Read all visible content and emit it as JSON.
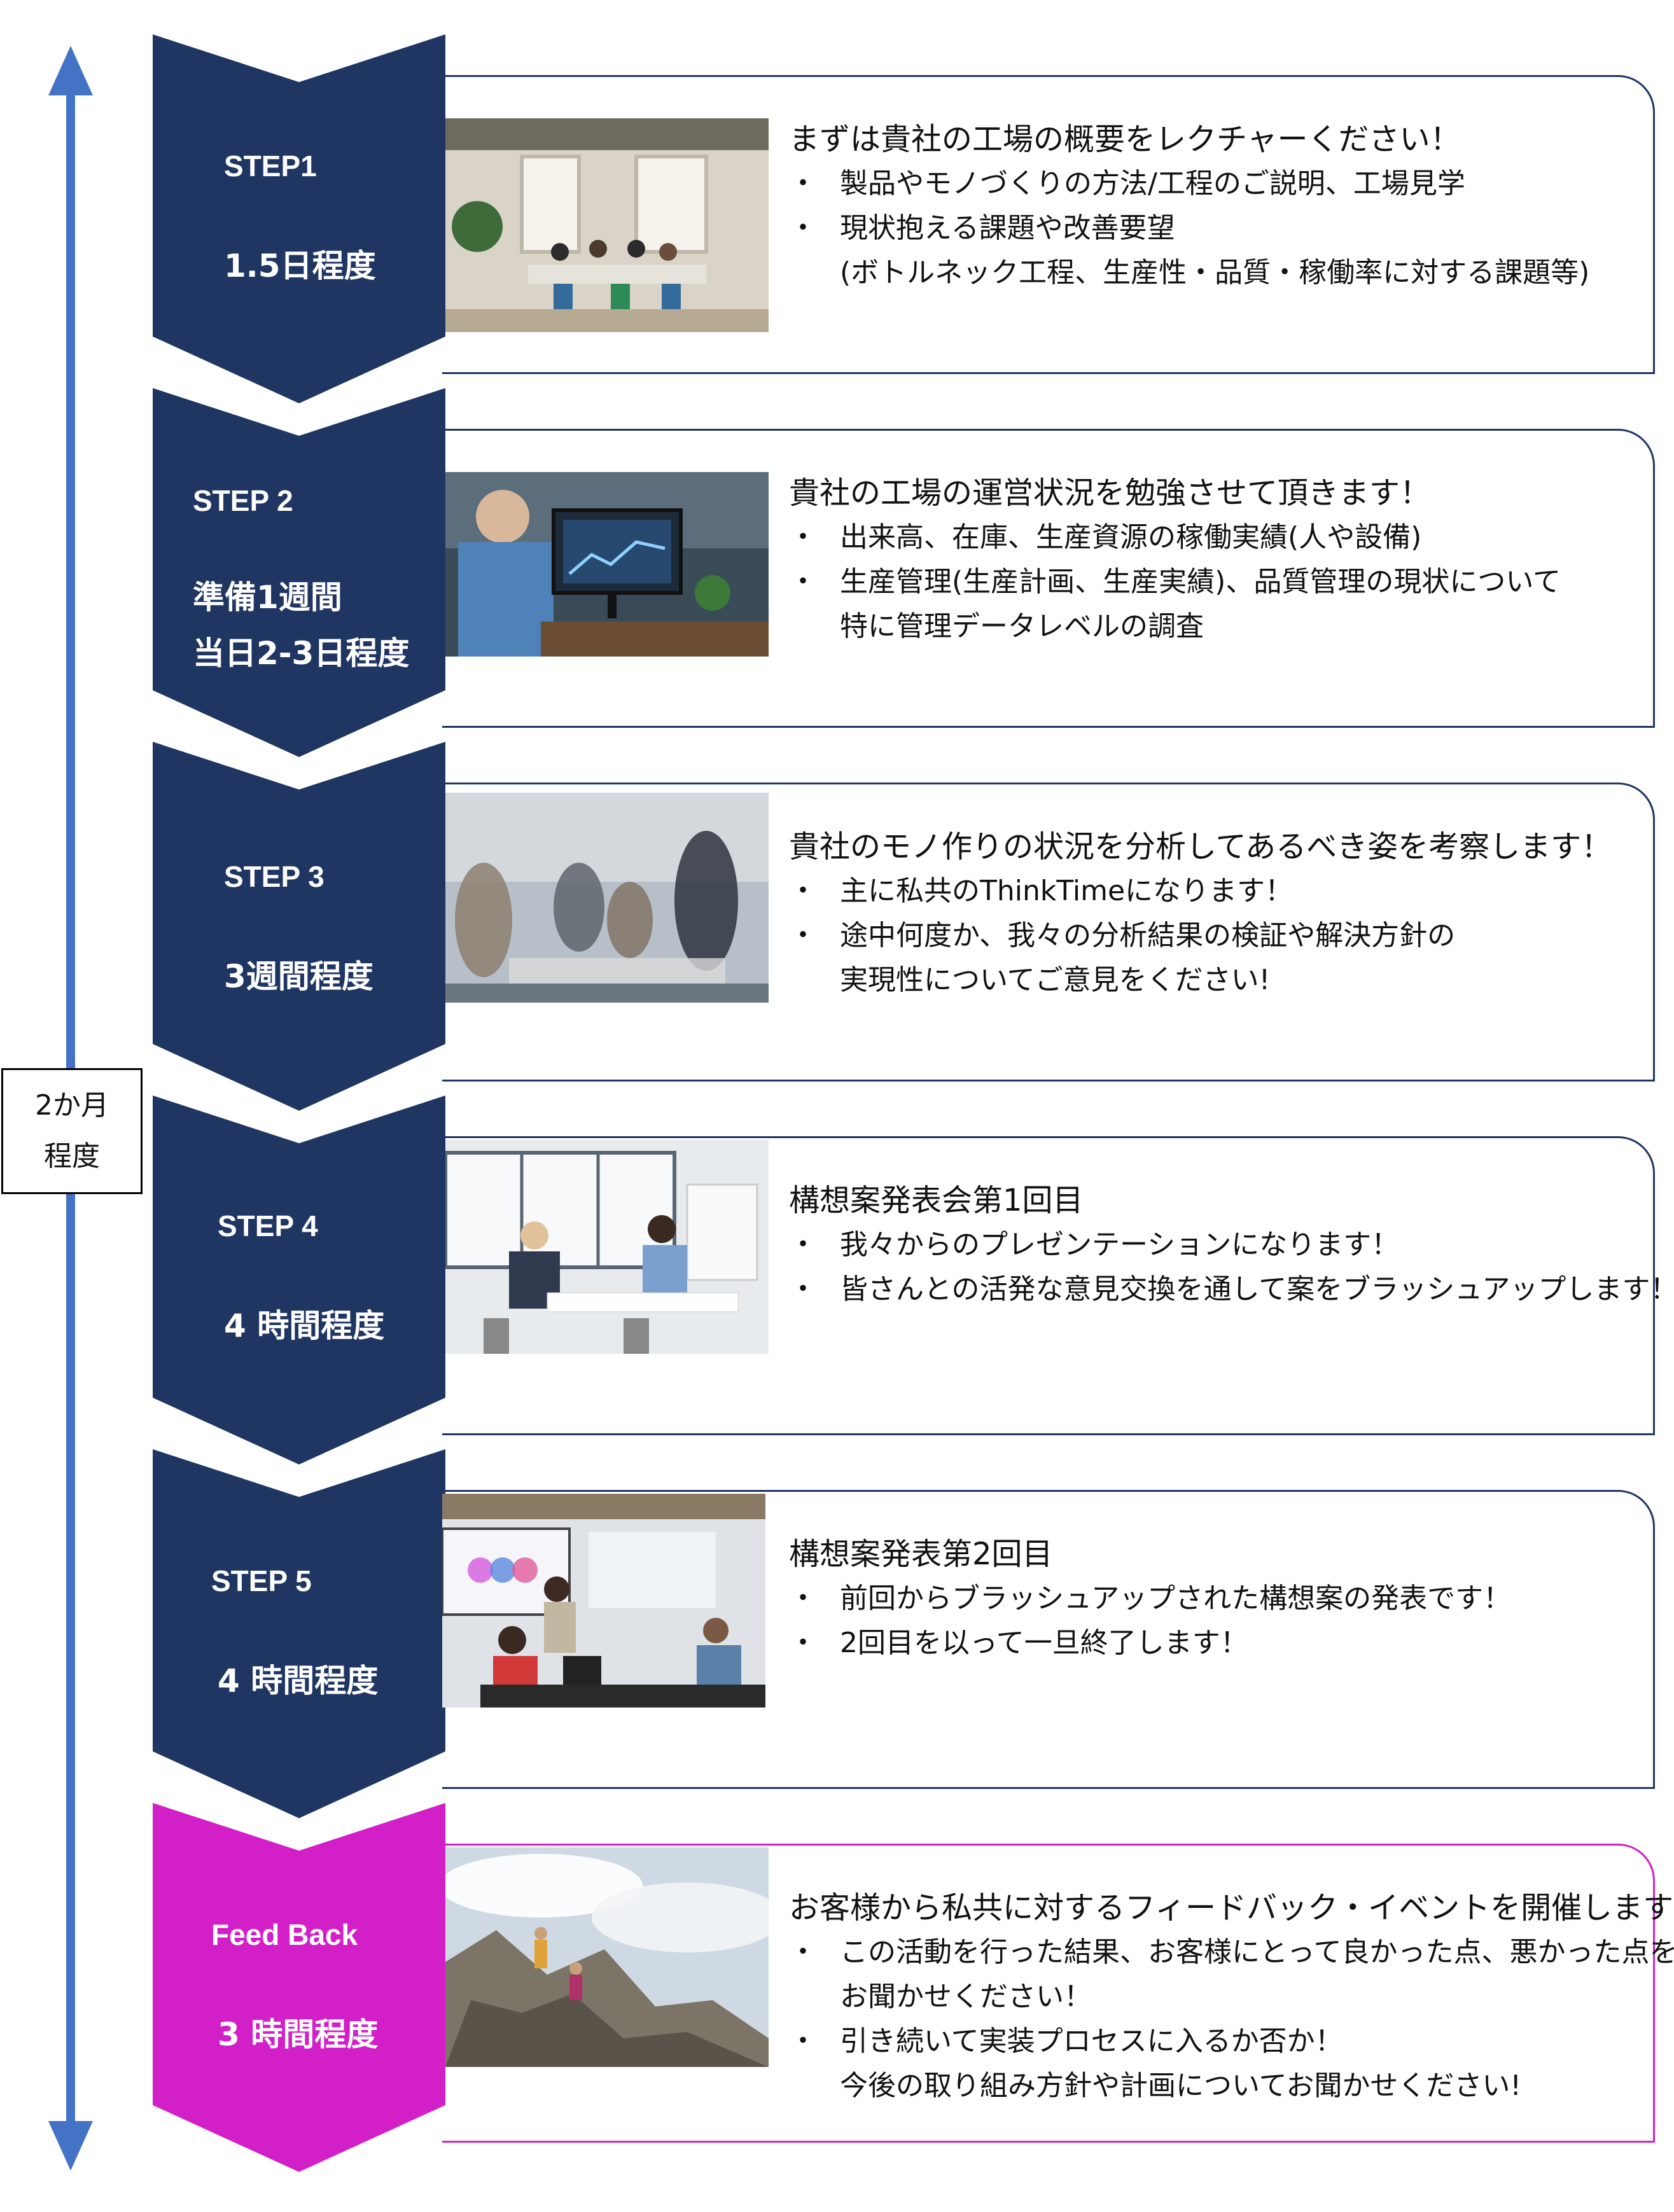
{
  "colors": {
    "navy": "#1f3562",
    "magenta": "#d21fc8",
    "timeline_blue": "#4472c4"
  },
  "timeline": {
    "duration_line1": "2か月",
    "duration_line2": "程度"
  },
  "steps": [
    {
      "label": "STEP1",
      "sub": [
        "1.5日程度"
      ],
      "photo": "meeting-room-photo",
      "headline": "まずは貴社の工場の概要をレクチャーください！",
      "bullets": [
        {
          "text": "製品やモノづくりの方法/工程のご説明、工場見学"
        },
        {
          "text": "現状抱える課題や改善要望",
          "cont": "(ボトルネック工程、生産性・品質・稼働率に対する課題等)"
        }
      ]
    },
    {
      "label": "STEP 2",
      "sub": [
        "準備1週間",
        "当日2-3日程度"
      ],
      "photo": "analyst-monitor-photo",
      "headline": "貴社の工場の運営状況を勉強させて頂きます！",
      "bullets": [
        {
          "text": "出来高、在庫、生産資源の稼働実績(人や設備)"
        },
        {
          "text": "生産管理(生産計画、生産実績)、品質管理の現状について",
          "cont": "特に管理データレベルの調査"
        }
      ]
    },
    {
      "label": "STEP 3",
      "sub": [
        "3週間程度"
      ],
      "photo": "blurred-team-photo",
      "headline": "貴社のモノ作りの状況を分析してあるべき姿を考察します！",
      "bullets": [
        {
          "text": "主に私共のThinkTimeになります！"
        },
        {
          "text": "途中何度か、我々の分析結果の検証や解決方針の",
          "cont": "実現性についてご意見をください!"
        }
      ]
    },
    {
      "label": "STEP 4",
      "sub": [
        "4 時間程度"
      ],
      "photo": "presentation-meeting-photo",
      "headline": "構想案発表会第1回目",
      "bullets": [
        {
          "text": "我々からのプレゼンテーションになります！"
        },
        {
          "text": "皆さんとの活発な意見交換を通して案をブラッシュアップします！"
        }
      ]
    },
    {
      "label": "STEP 5",
      "sub": [
        "4 時間程度"
      ],
      "photo": "conference-screen-photo",
      "headline": "構想案発表第2回目",
      "bullets": [
        {
          "text": "前回からブラッシュアップされた構想案の発表です！"
        },
        {
          "text": "2回目を以って一旦終了します！"
        }
      ]
    },
    {
      "label": "Feed Back",
      "sub": [
        "3 時間程度"
      ],
      "photo": "climbers-photo",
      "headline": "お客様から私共に対するフィードバック・イベントを開催します！",
      "bullets": [
        {
          "text": "この活動を行った結果、お客様にとって良かった点、悪かった点を",
          "cont": "お聞かせください！"
        },
        {
          "text": "引き続いて実装プロセスに入るか否か！",
          "cont": "今後の取り組み方針や計画についてお聞かせください!"
        }
      ]
    }
  ]
}
